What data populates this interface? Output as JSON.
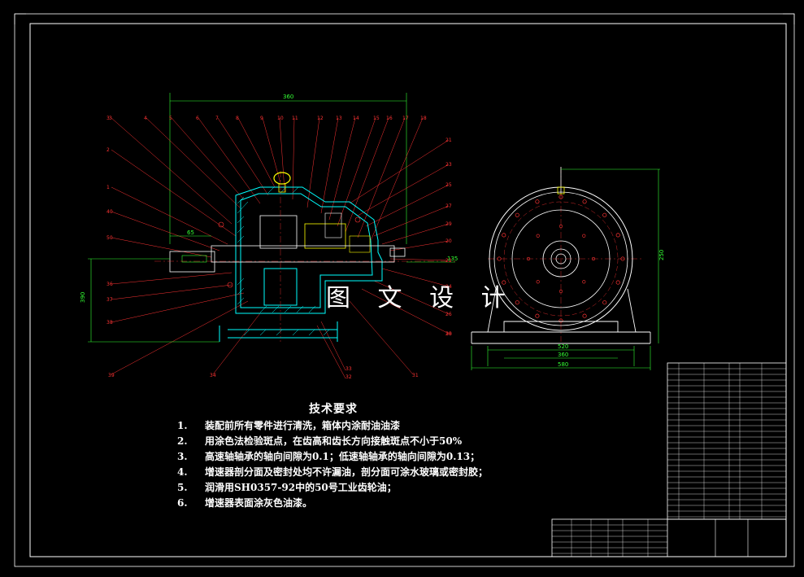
{
  "drawing": {
    "watermark": "图 文 设 计",
    "dimensions": {
      "top_width": "360",
      "shaft_len": "65",
      "left_height": "390",
      "right_height": "250",
      "base_width_inner": "520",
      "base_width_mid": "360",
      "base_width_outer": "580",
      "right_vertical": "135"
    },
    "leader_numbers_top": [
      "3",
      "4",
      "5",
      "6",
      "7",
      "8",
      "9",
      "10",
      "11",
      "12",
      "13",
      "14",
      "15",
      "16",
      "17",
      "18"
    ],
    "leader_numbers_left": [
      "3",
      "2",
      "1",
      "40",
      "50",
      "36",
      "37",
      "38"
    ],
    "leader_numbers_right": [
      "21",
      "23",
      "25",
      "27",
      "29",
      "20",
      "22",
      "24",
      "26",
      "28"
    ],
    "leader_numbers_bottom": [
      "39",
      "34",
      "33",
      "32",
      "31",
      "30"
    ],
    "colors": {
      "background": "#000000",
      "border": "#ffffff",
      "housing": "#00ffff",
      "dimension": "#33ff33",
      "leader": "#ff3333",
      "gear": "#ffff00",
      "hatch": "#00ffff"
    }
  },
  "tech_requirements": {
    "title": "技术要求",
    "items": [
      {
        "num": "1.",
        "text": "装配前所有零件进行清洗，箱体内涂耐油油漆"
      },
      {
        "num": "2.",
        "text": "用涂色法检验斑点，在齿高和齿长方向接触斑点不小于50%"
      },
      {
        "num": "3.",
        "text": "高速轴轴承的轴向间隙为0.1；低速轴轴承的轴向间隙为0.13；"
      },
      {
        "num": "4.",
        "text": "增速器剖分面及密封处均不许漏油，剖分面可涂水玻璃或密封胶；"
      },
      {
        "num": "5.",
        "text": "润滑用SH0357-92中的50号工业齿轮油；"
      },
      {
        "num": "6.",
        "text": "增速器表面涂灰色油漆。"
      }
    ]
  }
}
